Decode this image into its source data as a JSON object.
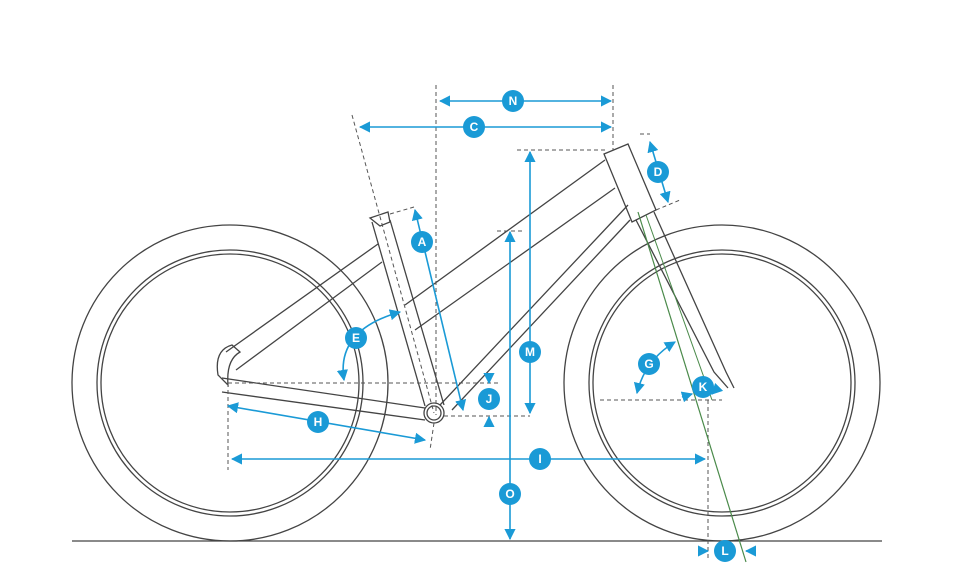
{
  "diagram": {
    "labels": {
      "reach": "N",
      "top_tube": "C",
      "head_tube": "D",
      "seat_tube": "A",
      "seat_angle": "E",
      "stack": "M",
      "head_angle": "G",
      "fork_offset": "K",
      "bb_drop": "J",
      "chainstay": "H",
      "wheelbase": "I",
      "standover": "O",
      "trail": "L"
    },
    "colors": {
      "dimension": "#1a9ad6",
      "steering_axis": "#4a8a4a",
      "frame": "#444444"
    }
  }
}
